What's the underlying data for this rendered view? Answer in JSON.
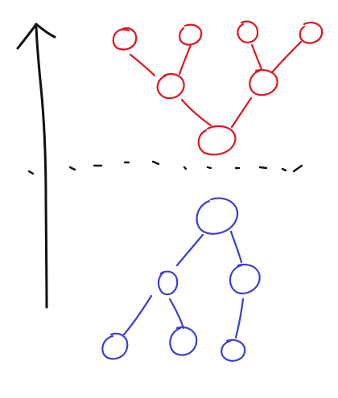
{
  "colors": {
    "background": "#ffffff",
    "arrow": "#111111",
    "divider": "#111111",
    "upper_tree": "#e0151f",
    "lower_tree": "#3c3cd2"
  },
  "diagram": {
    "elements": [
      "vertical-arrow",
      "dotted-divider",
      "upper-tree-inverted",
      "lower-tree"
    ],
    "upper_tree": {
      "orientation": "inverted",
      "root": "u-root",
      "nodes": [
        "u-root",
        "u-mid-left",
        "u-mid-right",
        "u-leaf-1",
        "u-leaf-2",
        "u-leaf-3",
        "u-leaf-4"
      ],
      "edges": [
        [
          "u-leaf-1",
          "u-mid-left"
        ],
        [
          "u-leaf-2",
          "u-mid-left"
        ],
        [
          "u-leaf-3",
          "u-mid-right"
        ],
        [
          "u-leaf-4",
          "u-mid-right"
        ],
        [
          "u-mid-left",
          "u-root"
        ],
        [
          "u-mid-right",
          "u-root"
        ]
      ]
    },
    "lower_tree": {
      "orientation": "normal",
      "root": "l-root",
      "nodes": [
        "l-root",
        "l-mid-left",
        "l-mid-right",
        "l-leaf-1",
        "l-leaf-2",
        "l-leaf-3"
      ],
      "edges": [
        [
          "l-root",
          "l-mid-left"
        ],
        [
          "l-root",
          "l-mid-right"
        ],
        [
          "l-mid-left",
          "l-leaf-1"
        ],
        [
          "l-mid-left",
          "l-leaf-2"
        ],
        [
          "l-mid-right",
          "l-leaf-3"
        ]
      ]
    }
  }
}
